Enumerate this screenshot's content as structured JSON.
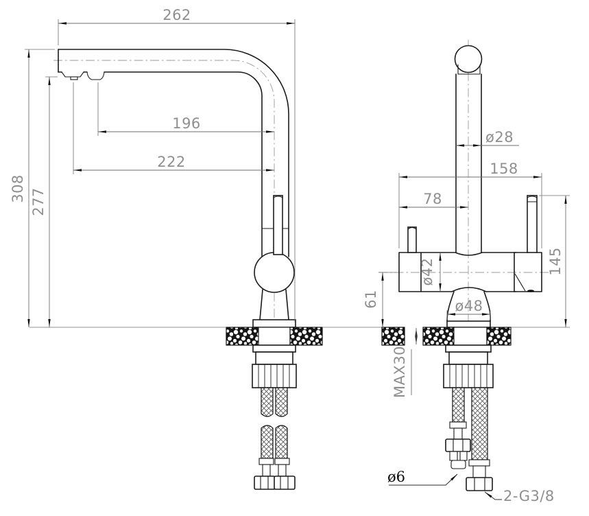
{
  "meta": {
    "background_color": "#ffffff",
    "outline_color": "#1a1a1a",
    "dimension_text_color": "#8f8f8f",
    "drawing_subject": "kitchen faucet installation drawing, side and front views"
  },
  "side_view": {
    "dims": {
      "spout_reach": "262",
      "aerator_reach": "196",
      "tip_outlet_reach": "222",
      "overall_height": "308",
      "outlet_height": "277"
    }
  },
  "front_view": {
    "dims": {
      "tube_diameter": "ø28",
      "overall_width": "158",
      "lever_offset": "78",
      "body_diameter": "ø42",
      "handle_height": "145",
      "body_axis_height": "61",
      "base_diameter": "ø48",
      "deck_max_thickness": "MAX30",
      "filter_tube_diameter": "ø6",
      "supply_thread": "2-G3/8"
    }
  }
}
